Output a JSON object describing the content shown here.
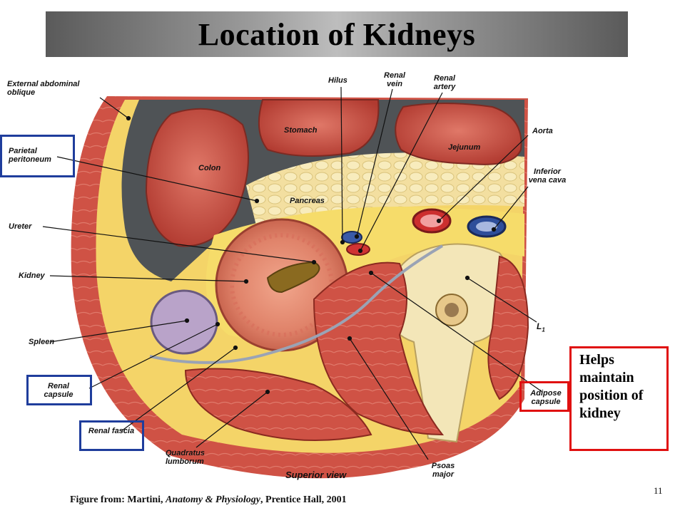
{
  "slide": {
    "title": "Location of Kidneys",
    "number": "11"
  },
  "figure": {
    "labels": {
      "external_abdominal_oblique": "External abdominal oblique",
      "parietal_peritoneum": "Parietal peritoneum",
      "ureter": "Ureter",
      "kidney": "Kidney",
      "spleen": "Spleen",
      "renal_capsule": "Renal capsule",
      "renal_fascia": "Renal fascia",
      "quadratus_lumborum": "Quadratus lumborum",
      "superior_view": "Superior view",
      "psoas_major": "Psoas major",
      "hilus": "Hilus",
      "renal_vein": "Renal vein",
      "renal_artery": "Renal artery",
      "stomach": "Stomach",
      "jejunum": "Jejunum",
      "colon": "Colon",
      "pancreas": "Pancreas",
      "aorta": "Aorta",
      "inferior_vena_cava": "Inferior vena cava",
      "l1": "L",
      "l1_sub": "1",
      "adipose_capsule": "Adipose capsule"
    },
    "colors": {
      "muscle": "#c8473e",
      "fat": "#f5d77a",
      "bone": "#f3e6b8",
      "stomach": "#c0443a",
      "peritoneum_gray": "#4f5356",
      "highlight_blue": "#1f3d9c",
      "highlight_red": "#e01010"
    }
  },
  "note": {
    "lines": [
      "Helps",
      "maintain",
      "position of",
      "kidney"
    ]
  },
  "caption": {
    "prefix": "Figure from: Martini, ",
    "italic": "Anatomy & Physiology",
    "suffix": ", Prentice Hall, 2001"
  }
}
